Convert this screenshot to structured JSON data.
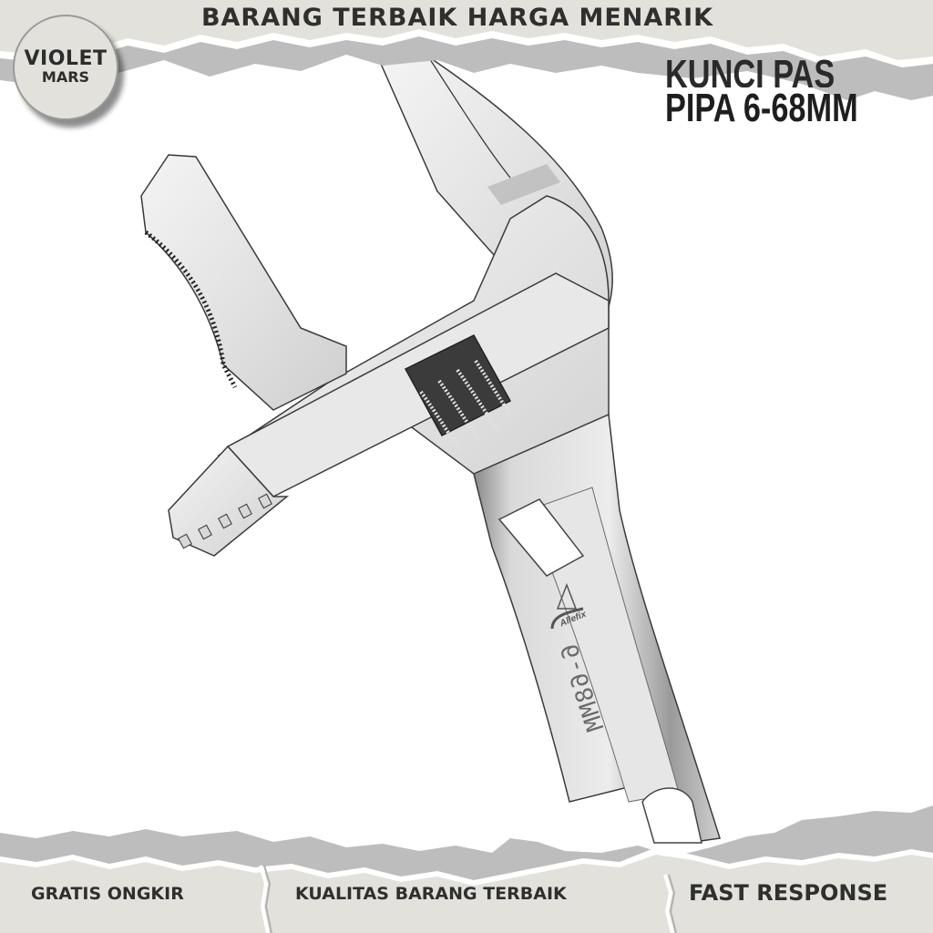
{
  "header": {
    "tagline": "BARANG TERBAIK HARGA MENARIK",
    "badge": {
      "line1": "VIOLET",
      "line2": "MARS"
    }
  },
  "product": {
    "title_line1": "KUNCI PAS",
    "title_line2": "PIPA 6-68MM",
    "brand_engraving": "Allefix",
    "size_engraving": "6-68MM"
  },
  "footer": {
    "items": [
      {
        "label": "GRATIS ONGKIR"
      },
      {
        "label": "KUALITAS BARANG TERBAIK"
      },
      {
        "label": "FAST RESPONSE"
      }
    ]
  },
  "colors": {
    "paper": "#e2e1dc",
    "shadow_band": "#bdbdbd",
    "text_dark": "#2f2f2f",
    "metal_light": "#eeeeee",
    "metal_mid": "#c8c8c8",
    "metal_dark": "#7a7a7a"
  }
}
